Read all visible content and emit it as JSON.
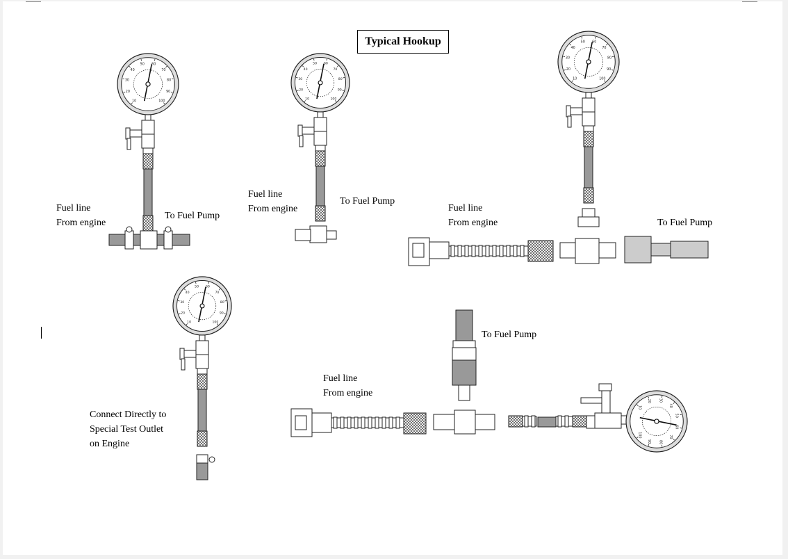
{
  "page": {
    "title": "Typical Hookup"
  },
  "labels": {
    "d1_fuel_line": "Fuel line",
    "d1_from_engine": "From engine",
    "d1_to_pump": "To Fuel Pump",
    "d2_fuel_line": "Fuel line",
    "d2_from_engine": "From engine",
    "d2_to_pump": "To Fuel Pump",
    "d3_fuel_line": "Fuel line",
    "d3_from_engine": "From engine",
    "d3_to_pump": "To Fuel Pump",
    "d4_line1": "Connect Directly to",
    "d4_line2": "Special  Test  Outlet",
    "d4_line3": "on Engine",
    "d5_to_pump": "To Fuel Pump",
    "d5_fuel_line": "Fuel line",
    "d5_from_engine": "From engine"
  },
  "gauge_scale": [
    "10",
    "20",
    "30",
    "40",
    "50",
    "60",
    "70",
    "80",
    "90",
    "100"
  ],
  "colors": {
    "line": "#222222",
    "hose": "#999999",
    "dark": "#444444"
  }
}
